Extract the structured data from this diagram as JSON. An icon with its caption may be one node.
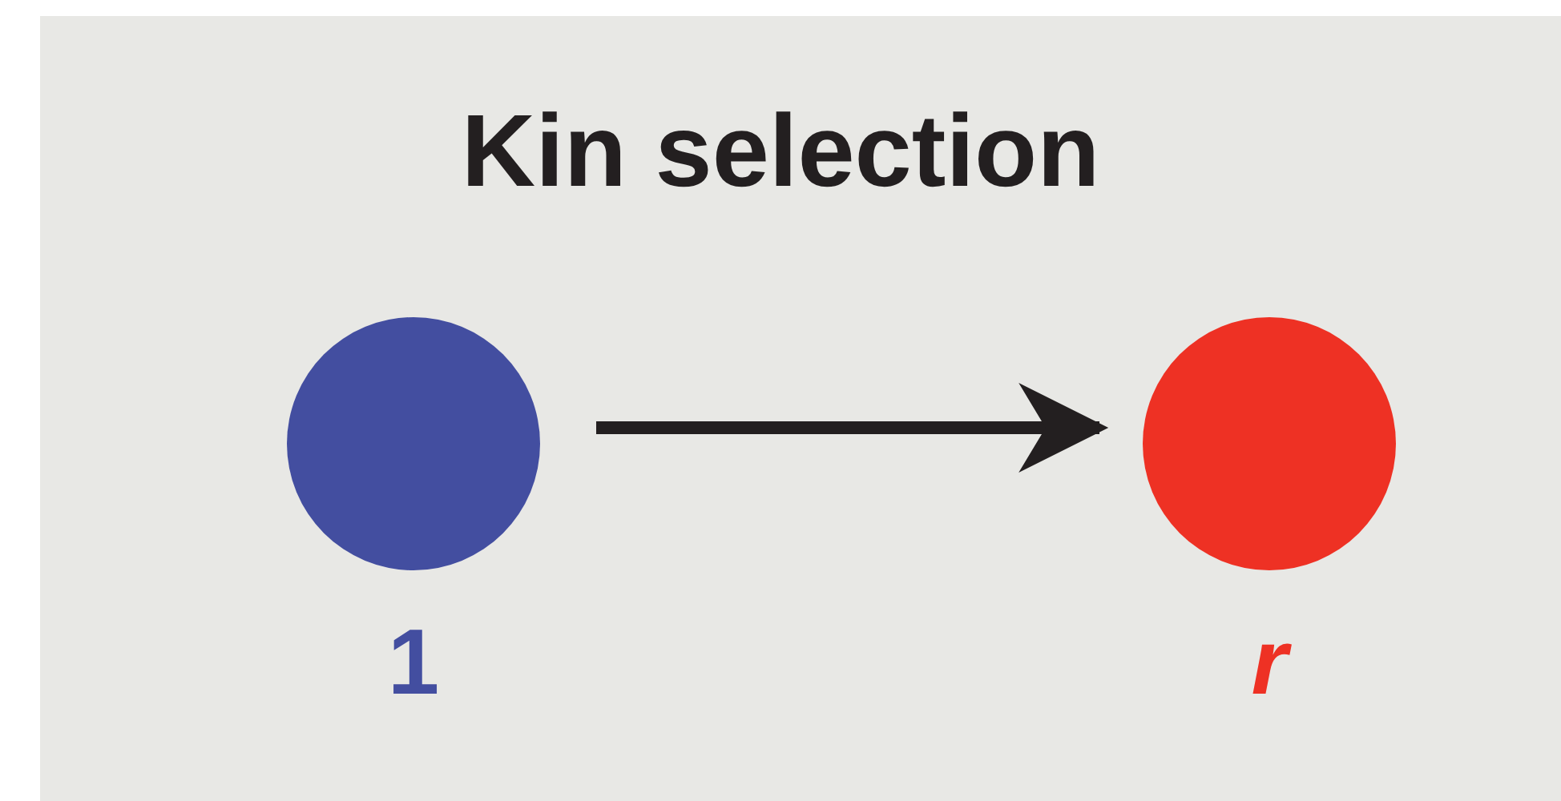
{
  "diagram": {
    "title": "Kin selection",
    "nodes": [
      {
        "text": [],
        "shape": "circle",
        "beside": [
          "1"
        ]
      },
      {
        "text": [],
        "shape": "circle",
        "beside": [
          "r"
        ]
      }
    ],
    "edges": [
      {
        "from": 0,
        "to": 1,
        "arrow": "to"
      }
    ]
  }
}
